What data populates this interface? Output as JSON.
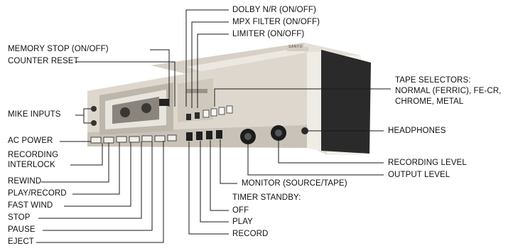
{
  "callouts": {
    "dolby_nr": "DOLBY N/R (ON/OFF)",
    "mpx_filter": "MPX FILTER (ON/OFF)",
    "limiter": "LIMITER (ON/OFF)",
    "memory_stop": "MEMORY STOP (ON/OFF)",
    "counter_reset": "COUNTER RESET",
    "mike_inputs": "MIKE INPUTS",
    "ac_power": "AC POWER",
    "recording_interlock_line1": "RECORDING",
    "recording_interlock_line2": "INTERLOCK",
    "rewind": "REWIND",
    "play_record": "PLAY/RECORD",
    "fast_wind": "FAST WIND",
    "stop": "STOP",
    "pause": "PAUSE",
    "eject": "EJECT",
    "tape_selectors_line1": "TAPE SELECTORS:",
    "tape_selectors_line2": "NORMAL (FERRIC), FE-CR,",
    "tape_selectors_line3": "CHROME, METAL",
    "headphones": "HEADPHONES",
    "recording_level": "RECORDING LEVEL",
    "output_level": "OUTPUT LEVEL",
    "monitor": "MONITOR (SOURCE/TAPE)",
    "timer_standby": "TIMER STANDBY:",
    "timer_off": "OFF",
    "timer_play": "PLAY",
    "timer_record": "RECORD"
  },
  "brand_plate": "SANYO",
  "colors": {
    "ink": "#111111",
    "chassis_light": "#e9e4dc",
    "chassis_mid": "#cfc8bd",
    "chassis_dark": "#7d7770",
    "shadow": "#1a1a1a"
  }
}
